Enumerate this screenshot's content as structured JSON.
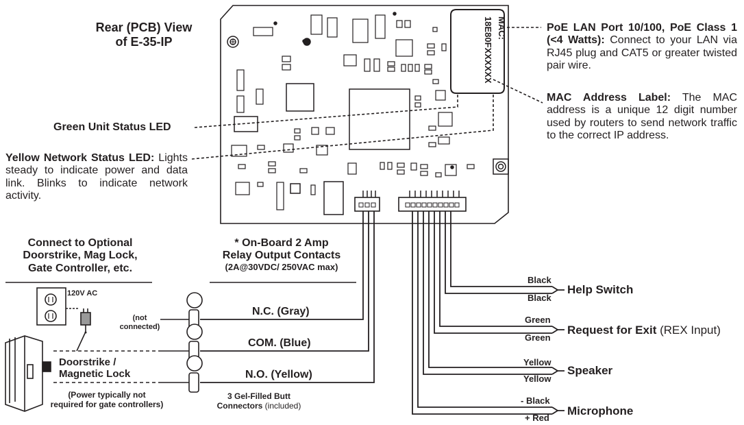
{
  "header": {
    "title_line1": "Rear (PCB) View",
    "title_line2": "of E-35-IP"
  },
  "pcb": {
    "mac_label_line1": "MAC:",
    "mac_label_line2": "18E80FXXXXXX"
  },
  "callouts": {
    "poe_title": "PoE LAN Port 10/100, PoE Class 1 (<4 Watts):",
    "poe_text": " Connect to your LAN via RJ45 plug and CAT5 or greater twisted pair wire.",
    "mac_title": "MAC Address Label:",
    "mac_text": " The MAC address is a unique 12 digit number used by routers to send network traffic to the correct IP address.",
    "green_led": "Green Unit Status LED",
    "yellow_led_title": "Yellow Network Status LED:",
    "yellow_led_text": " Lights steady to indicate power and data link. Blinks to indicate network activity."
  },
  "relay": {
    "optional_line1": "Connect to Optional",
    "optional_line2": "Doorstrike, Mag Lock,",
    "optional_line3": "Gate Controller, etc.",
    "onboard_line1": "* On-Board 2 Amp",
    "onboard_line2": "Relay Output Contacts",
    "onboard_line3": "(2A@30VDC/ 250VAC max)",
    "ac_label": "120V AC",
    "not_connected_line1": "(not",
    "not_connected_line2": "connected)",
    "nc": "N.C. (Gray)",
    "com": "COM. (Blue)",
    "no": "N.O. (Yellow)",
    "doorstrike_line1": "Doorstrike /",
    "doorstrike_line2": "Magnetic Lock",
    "power_note_line1": "(Power typically not",
    "power_note_line2": "required for gate controllers)",
    "butt_line1": "3 Gel-Filled Butt",
    "butt_line2_bold": "Connectors",
    "butt_line2_rest": " (included)"
  },
  "wires": {
    "help_top": "Black",
    "help_bottom": "Black",
    "help_label": "Help Switch",
    "rex_top": "Green",
    "rex_bottom": "Green",
    "rex_label": "Request for Exit",
    "rex_note": " (REX Input)",
    "spk_top": "Yellow",
    "spk_bottom": "Yellow",
    "spk_label": "Speaker",
    "mic_top": "- Black",
    "mic_bottom": "+ Red",
    "mic_label": "Microphone"
  }
}
